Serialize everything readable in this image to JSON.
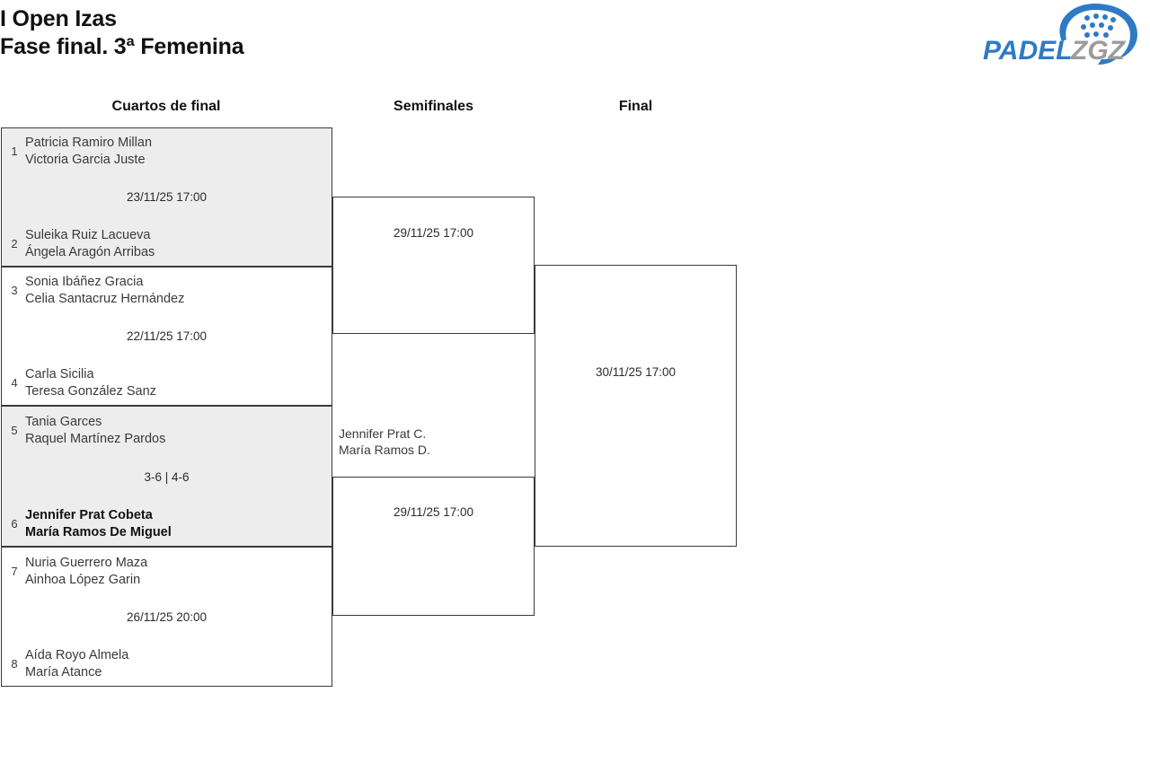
{
  "header": {
    "title_line1": "I Open Izas",
    "title_line2": "Fase final. 3ª Femenina",
    "logo": {
      "word_primary": "PADEL",
      "word_secondary": "ZGZ",
      "color_primary": "#2e7ac4",
      "color_secondary": "#9b9b9b",
      "icon": "padel-racket-icon"
    }
  },
  "columns": {
    "quarterfinals": "Cuartos de final",
    "semifinals": "Semifinales",
    "final": "Final"
  },
  "bracket": {
    "quarterfinals": [
      {
        "id": "qf1",
        "shaded": true,
        "meta": "23/11/25 17:00",
        "top": {
          "seed": "1",
          "player1": "Patricia Ramiro Millan",
          "player2": "Victoria Garcia Juste",
          "winner": false
        },
        "bottom": {
          "seed": "2",
          "player1": "Suleika Ruiz Lacueva",
          "player2": "Ángela Aragón Arribas",
          "winner": false
        }
      },
      {
        "id": "qf2",
        "shaded": false,
        "meta": "22/11/25 17:00",
        "top": {
          "seed": "3",
          "player1": "Sonia Ibáñez Gracia",
          "player2": "Celia Santacruz Hernández",
          "winner": false
        },
        "bottom": {
          "seed": "4",
          "player1": "Carla Sicilia",
          "player2": "Teresa González Sanz",
          "winner": false
        }
      },
      {
        "id": "qf3",
        "shaded": true,
        "meta": "3-6 | 4-6",
        "top": {
          "seed": "5",
          "player1": "Tania Garces",
          "player2": "Raquel Martínez Pardos",
          "winner": false
        },
        "bottom": {
          "seed": "6",
          "player1": "Jennifer Prat Cobeta",
          "player2": "María Ramos De Miguel",
          "winner": true
        }
      },
      {
        "id": "qf4",
        "shaded": false,
        "meta": "26/11/25 20:00",
        "top": {
          "seed": "7",
          "player1": "Nuria Guerrero Maza",
          "player2": "Ainhoa López Garin",
          "winner": false
        },
        "bottom": {
          "seed": "8",
          "player1": "Aída Royo Almela",
          "player2": "María Atance",
          "winner": false
        }
      }
    ],
    "semifinals": [
      {
        "id": "sf1",
        "meta": "29/11/25 17:00",
        "advanced_label_line1": "",
        "advanced_label_line2": ""
      },
      {
        "id": "sf2",
        "meta": "29/11/25 17:00",
        "advanced_label_line1": "Jennifer Prat C.",
        "advanced_label_line2": "María Ramos D."
      }
    ],
    "final": {
      "id": "final",
      "meta": "30/11/25 17:00"
    }
  }
}
